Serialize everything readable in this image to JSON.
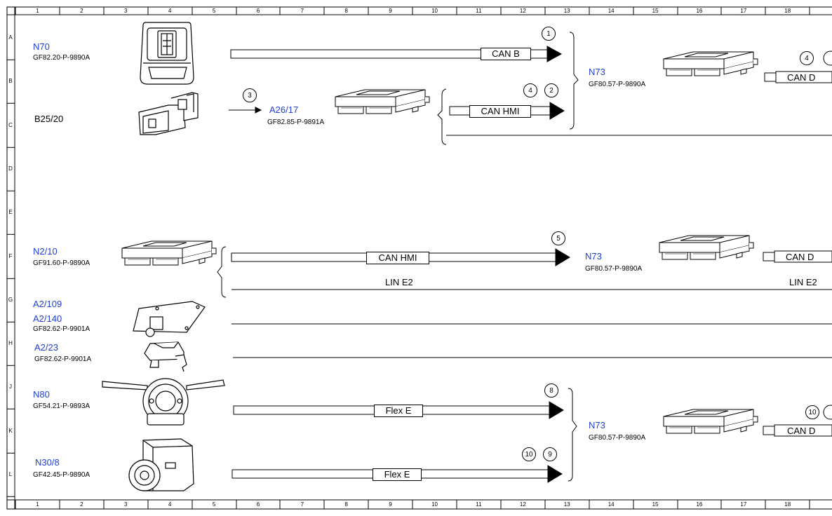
{
  "ruler_columns": [
    "1",
    "2",
    "3",
    "4",
    "5",
    "6",
    "7",
    "8",
    "9",
    "10",
    "11",
    "12",
    "13",
    "14",
    "15",
    "16",
    "17",
    "18"
  ],
  "ruler_rows": [
    "A",
    "B",
    "C",
    "D",
    "E",
    "F",
    "G",
    "H",
    "J",
    "K",
    "L"
  ],
  "components": {
    "n70": {
      "name": "N70",
      "part": "GF82.20-P-9890A"
    },
    "b25_20": {
      "name": "B25/20"
    },
    "a26_17": {
      "name": "A26/17",
      "part": "GF82.85-P-9891A"
    },
    "n73_top": {
      "name": "N73",
      "part": "GF80.57-P-9890A"
    },
    "n2_10": {
      "name": "N2/10",
      "part": "GF91.60-P-9890A"
    },
    "n73_mid": {
      "name": "N73",
      "part": "GF80.57-P-9890A"
    },
    "a2_109": {
      "name": "A2/109"
    },
    "a2_140": {
      "name": "A2/140",
      "part": "GF82.62-P-9901A"
    },
    "a2_23": {
      "name": "A2/23",
      "part": "GF82.62-P-9901A"
    },
    "n80": {
      "name": "N80",
      "part": "GF54.21-P-9893A"
    },
    "n30_8": {
      "name": "N30/8",
      "part": "GF42.45-P-9890A"
    },
    "n73_bot": {
      "name": "N73",
      "part": "GF80.57-P-9890A"
    }
  },
  "buses": {
    "can_b": "CAN B",
    "can_hmi_1": "CAN HMI",
    "can_hmi_2": "CAN HMI",
    "can_d_1": "CAN D",
    "can_d_2": "CAN D",
    "can_d_3": "CAN D",
    "lin_e2_1": "LIN E2",
    "lin_e2_2": "LIN E2",
    "flex_e_1": "Flex E",
    "flex_e_2": "Flex E"
  },
  "markers": {
    "m1": "1",
    "m2": "2",
    "m3": "3",
    "m4a": "4",
    "m4b": "4",
    "m5": "5",
    "m8": "8",
    "m9": "9",
    "m10a": "10",
    "m10b": "10"
  }
}
